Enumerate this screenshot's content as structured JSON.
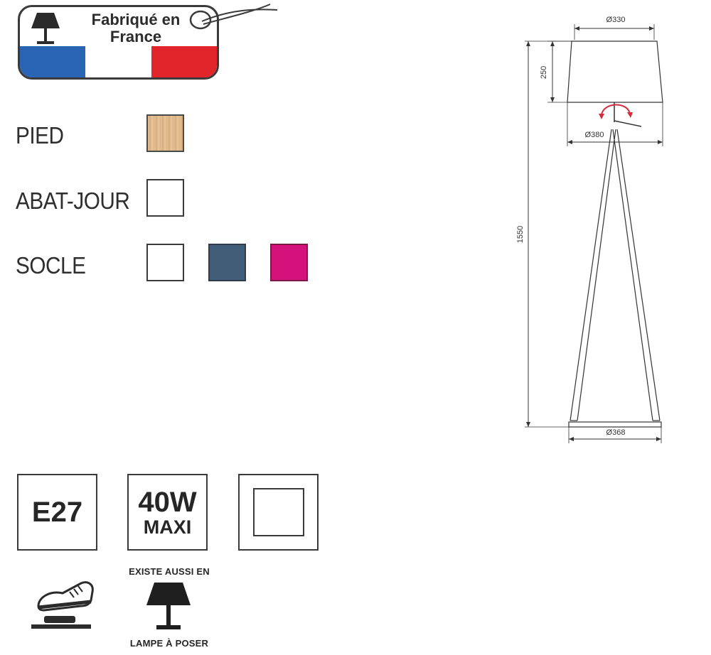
{
  "badge": {
    "line1": "Fabriqué en",
    "line2": "France",
    "icon": "table-lamp-icon",
    "flag_colors": [
      "#2a64b4",
      "#ffffff",
      "#e2242b"
    ]
  },
  "materials": {
    "foot": {
      "label": "PIED",
      "colors": [
        "#e1b98d"
      ]
    },
    "shade": {
      "label": "ABAT-JOUR",
      "colors": [
        "#ffffff"
      ]
    },
    "base": {
      "label": "SOCLE",
      "colors": [
        "#ffffff",
        "#425d78",
        "#d5127c"
      ]
    }
  },
  "specs": {
    "socket": "E27",
    "power_line1": "40W",
    "power_line2": "MAXI",
    "class2_icon": "double-insulation-icon",
    "foot_switch_icon": "foot-switch-icon"
  },
  "also_available": {
    "top": "EXISTE AUSSI EN",
    "bottom": "LAMPE À POSER",
    "icon": "table-lamp-icon"
  },
  "drawing": {
    "top_diameter": "Ø330",
    "shade_height": "250",
    "bottom_diameter": "Ø380",
    "total_height": "1550",
    "base_diameter": "Ø368",
    "rotation_icon": "rotate-arrow-icon"
  }
}
